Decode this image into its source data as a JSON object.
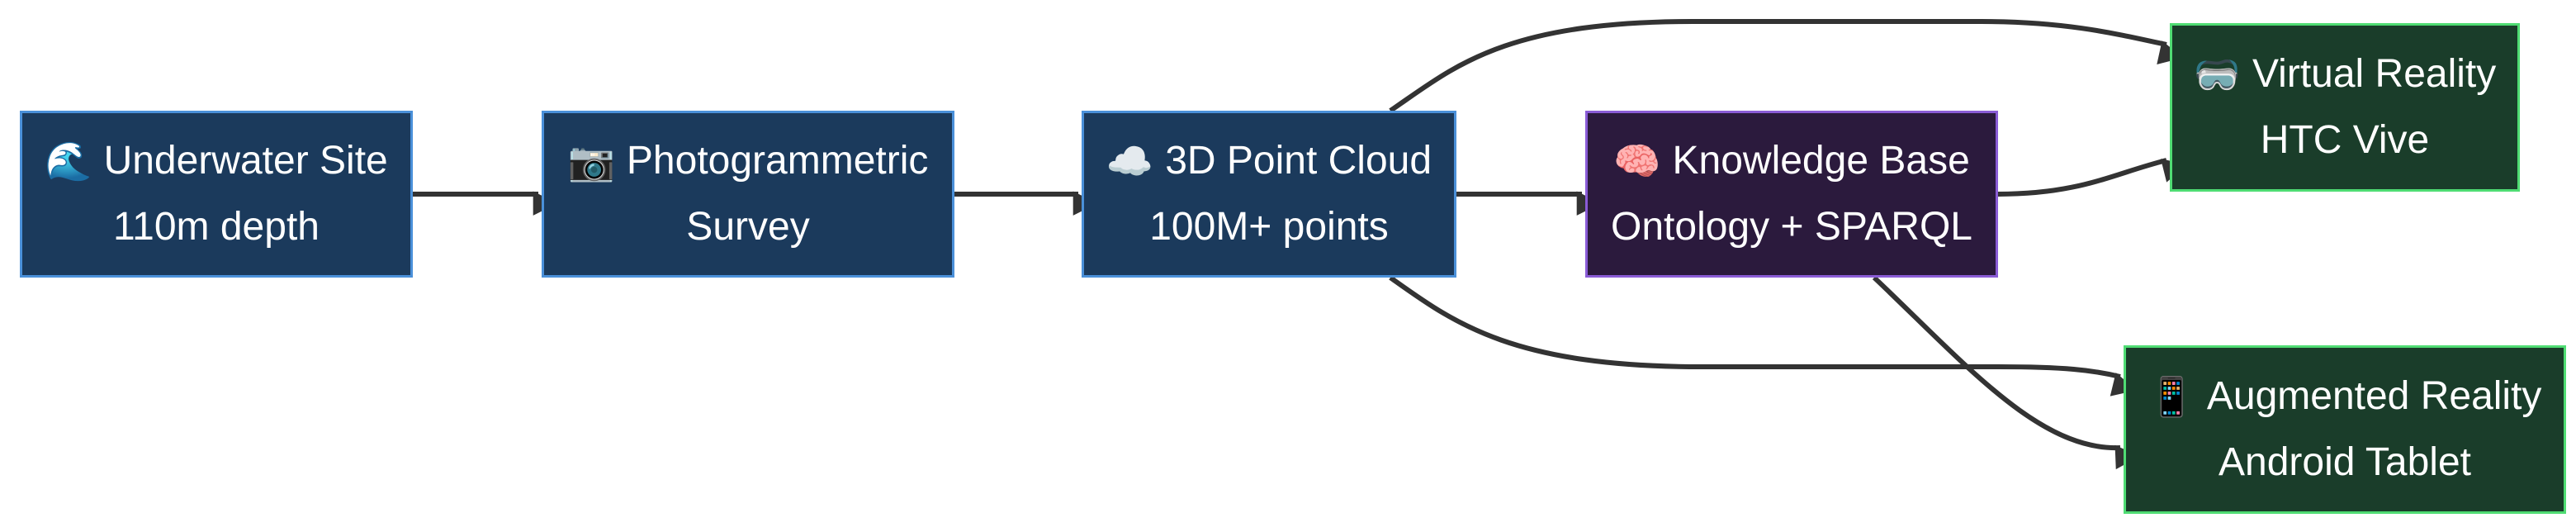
{
  "nodes": {
    "underwater": {
      "icon": "wave-icon",
      "icon_glyph": "🌊",
      "title": "Underwater Site",
      "subtitle": "110m depth"
    },
    "photo": {
      "icon": "camera-icon",
      "icon_glyph": "📷",
      "title": "Photogrammetric",
      "subtitle": "Survey"
    },
    "pointcloud": {
      "icon": "cloud-icon",
      "icon_glyph": "☁️",
      "title": "3D Point Cloud",
      "subtitle": "100M+ points"
    },
    "knowledge": {
      "icon": "brain-icon",
      "icon_glyph": "🧠",
      "title": "Knowledge Base",
      "subtitle": "Ontology + SPARQL"
    },
    "vr": {
      "icon": "vr-headset-icon",
      "icon_glyph": "🥽",
      "title": "Virtual Reality",
      "subtitle": "HTC Vive"
    },
    "ar": {
      "icon": "mobile-phone-icon",
      "icon_glyph": "📱",
      "title": "Augmented Reality",
      "subtitle": "Android Tablet"
    }
  },
  "edges": [
    {
      "from": "underwater",
      "to": "photo"
    },
    {
      "from": "photo",
      "to": "pointcloud"
    },
    {
      "from": "pointcloud",
      "to": "knowledge"
    },
    {
      "from": "pointcloud",
      "to": "vr"
    },
    {
      "from": "pointcloud",
      "to": "ar"
    },
    {
      "from": "knowledge",
      "to": "vr"
    },
    {
      "from": "knowledge",
      "to": "ar"
    }
  ],
  "colors": {
    "process_fill": "#1b3a5c",
    "process_border": "#4a90d9",
    "knowledge_fill": "#2b1a3d",
    "knowledge_border": "#8a5cd6",
    "output_fill": "#1a3d2a",
    "output_border": "#4fdc73",
    "edge": "#333333",
    "text": "#ffffff"
  }
}
